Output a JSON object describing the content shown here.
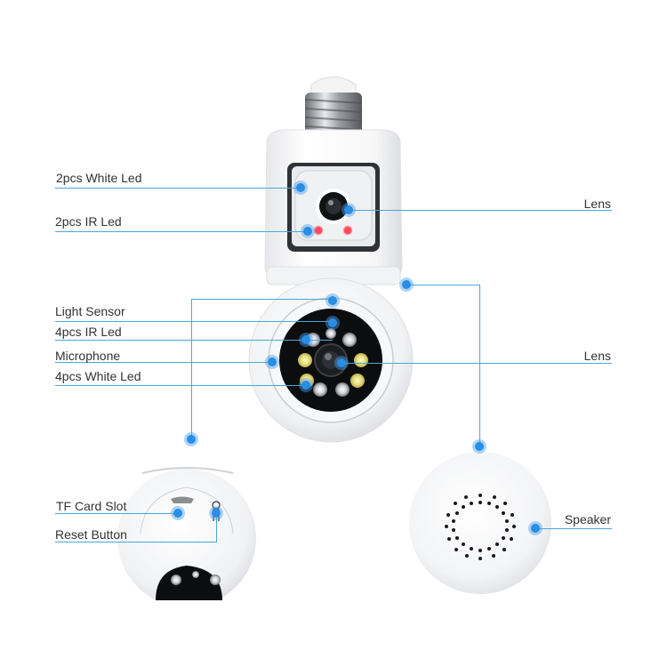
{
  "accent_color": "#4aa8d8",
  "dot_color": "#2a8ee6",
  "callouts": {
    "upper_white_led": "2pcs White Led",
    "upper_ir_led": "2pcs IR Led",
    "upper_lens": "Lens",
    "light_sensor": "Light Sensor",
    "lower_ir_led": "4pcs IR Led",
    "microphone": "Microphone",
    "lower_white_led": "4pcs White Led",
    "lower_lens": "Lens",
    "tf_card_slot": "TF Card Slot",
    "reset_button": "Reset Button",
    "speaker": "Speaker"
  }
}
